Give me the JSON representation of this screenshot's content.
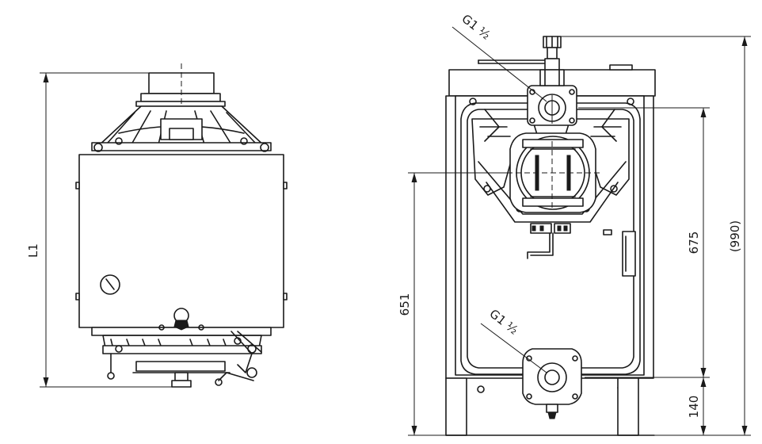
{
  "dimensions": {
    "left_height": "L1",
    "outlet_height": "651",
    "upper_connection_height": "675",
    "overall_height": "(990)",
    "lower_connection_height": "140"
  },
  "connections": {
    "upper_thread": "G1 ½",
    "lower_thread": "G1 ½"
  },
  "colors": {
    "line": "#1a1a1a",
    "background": "#ffffff"
  }
}
